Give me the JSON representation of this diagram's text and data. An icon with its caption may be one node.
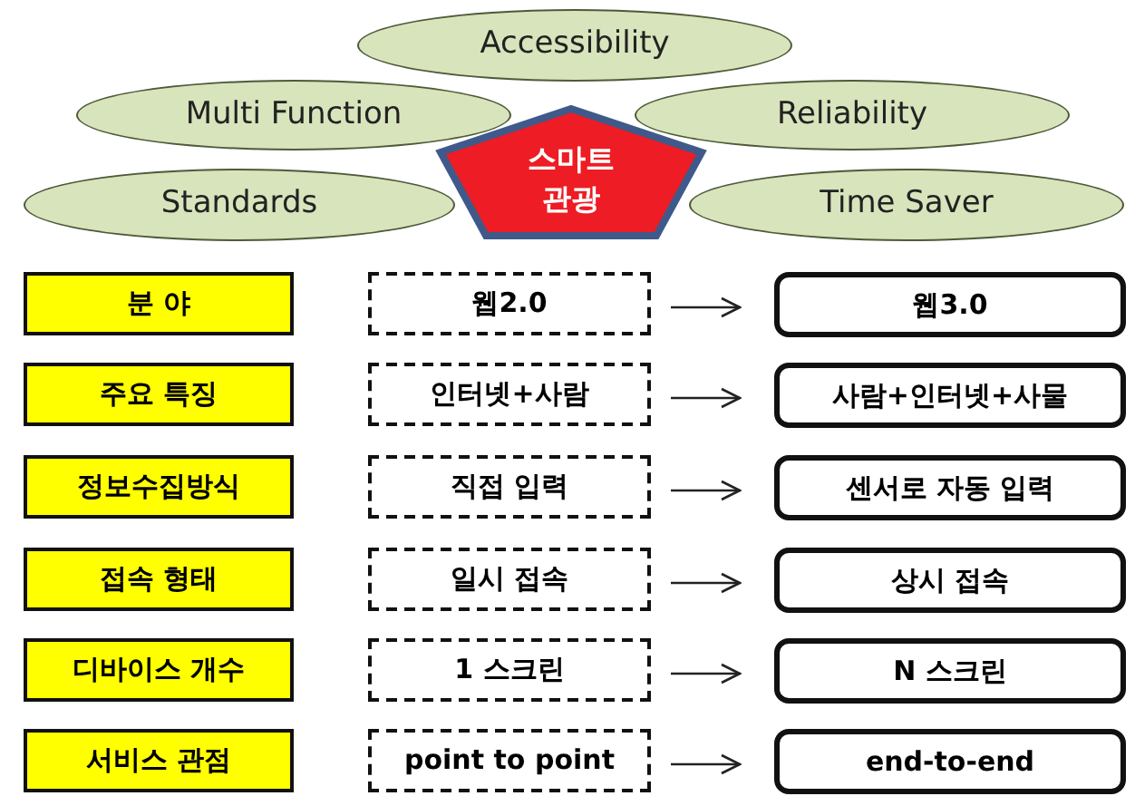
{
  "diagram": {
    "nodes": [
      {
        "text": [
          "Accessibility"
        ]
      },
      {
        "text": [
          "Multi Function"
        ]
      },
      {
        "text": [
          "Reliability"
        ]
      },
      {
        "text": [
          "Standards"
        ]
      },
      {
        "text": [
          "스마트 관광"
        ]
      },
      {
        "text": [
          "Time Saver"
        ]
      },
      {
        "text": [
          "분 야"
        ]
      },
      {
        "text": [
          "웹2.0"
        ]
      },
      {
        "text": [
          "웹3.0"
        ]
      },
      {
        "text": [
          "주요 특징"
        ]
      },
      {
        "text": [
          "인터넷+사람"
        ]
      },
      {
        "text": [
          "사람+인터넷+사물"
        ]
      },
      {
        "text": [
          "정보수집방식"
        ]
      },
      {
        "text": [
          "직접 입력"
        ]
      },
      {
        "text": [
          "센서로 자동 입력"
        ]
      },
      {
        "text": [
          "접속 형태"
        ]
      },
      {
        "text": [
          "일시 접속"
        ]
      },
      {
        "text": [
          "상시 접속"
        ]
      },
      {
        "text": [
          "디바이스 개수"
        ]
      },
      {
        "text": [
          "1 스크린"
        ]
      },
      {
        "text": [
          "N 스크린"
        ]
      },
      {
        "text": [
          "서비스 관점"
        ]
      },
      {
        "text": [
          "point to point"
        ]
      },
      {
        "text": [
          "end-to-end"
        ]
      }
    ],
    "edges": [
      {
        "from": 7,
        "to": 8,
        "arrow": "to"
      },
      {
        "from": 10,
        "to": 11,
        "arrow": "to"
      },
      {
        "from": 13,
        "to": 14,
        "arrow": "to"
      },
      {
        "from": 16,
        "to": 17,
        "arrow": "to"
      },
      {
        "from": 19,
        "to": 20,
        "arrow": "to"
      },
      {
        "from": 22,
        "to": 23,
        "arrow": "to"
      }
    ]
  }
}
